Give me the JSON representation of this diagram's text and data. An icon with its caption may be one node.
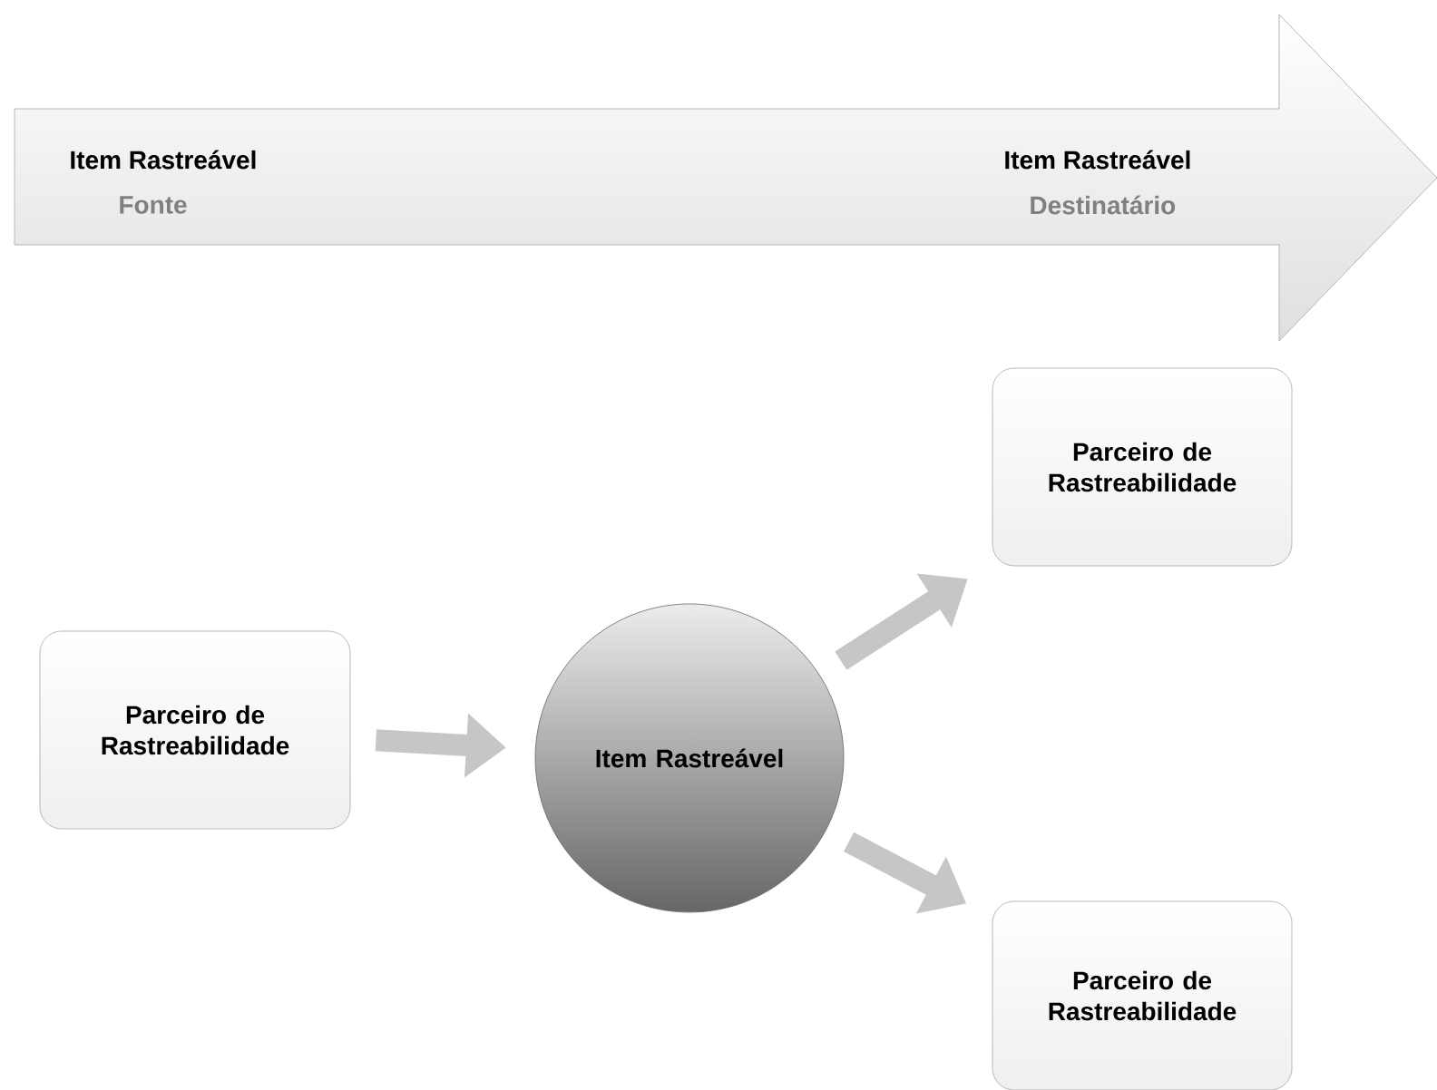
{
  "diagram": {
    "nodes": [
      {
        "text": [
          "Item Rastreável",
          "Fonte",
          "Item Rastreável",
          "Destinatário"
        ]
      },
      {
        "text": [
          "Parceiro de Rastreabilidade"
        ]
      },
      {
        "text": [
          "Item Rastreável"
        ]
      },
      {
        "text": [
          "Parceiro de Rastreabilidade"
        ]
      },
      {
        "text": [
          "Parceiro de Rastreabilidade"
        ]
      }
    ],
    "edges": [
      {
        "from": 1,
        "to": 2,
        "arrow": "to"
      },
      {
        "from": 2,
        "to": 3,
        "arrow": "to"
      },
      {
        "from": 2,
        "to": 4,
        "arrow": "to"
      }
    ]
  }
}
